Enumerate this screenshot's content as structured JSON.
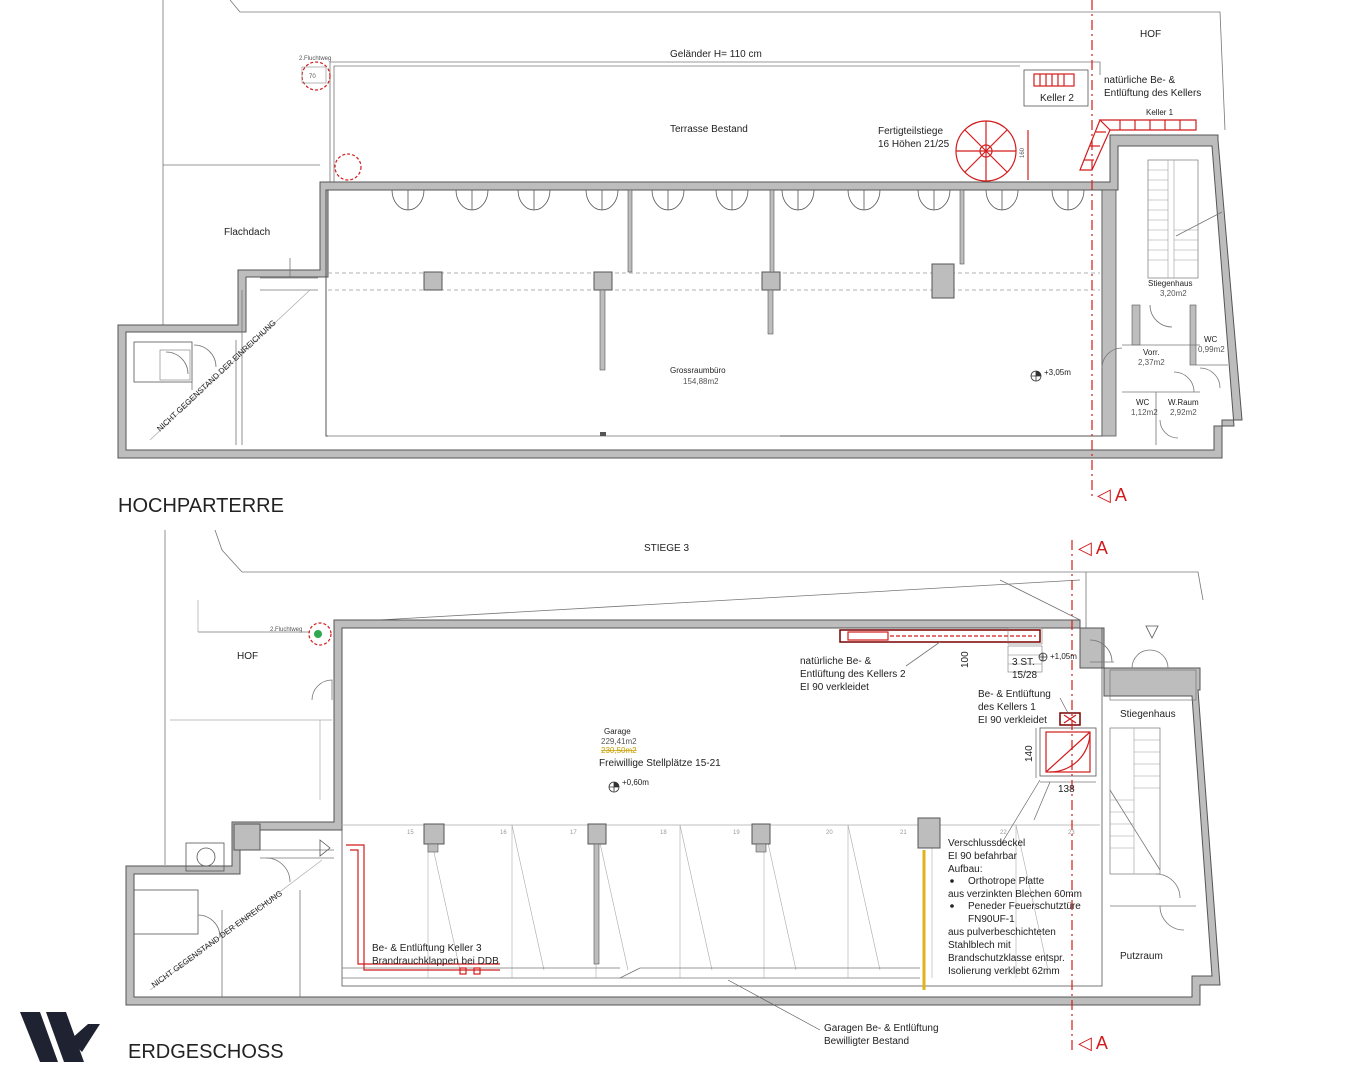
{
  "top_plan": {
    "title": "HOCHPARTERRE",
    "labels": {
      "hof": "HOF",
      "gelaender": "Geländer H= 110 cm",
      "fluchtweg": "2.Fluchtweg",
      "fluchtweg_num": "70",
      "terrasse": "Terrasse Bestand",
      "fertigteilstiege_1": "Fertigteilstiege",
      "fertigteilstiege_2": "16 Höhen 21/25",
      "stair_dim": "160",
      "keller2": "Keller 2",
      "keller1": "Keller 1",
      "natuerlich_1": "natürliche Be- &",
      "natuerlich_2": "Entlüftung des Kellers",
      "flachdach": "Flachdach",
      "nicht_gegenstand": "NICHT GEGENSTAND DER EINREICHUNG",
      "grossraum": "Grossraumbüro",
      "grossraum_area": "154,88m2",
      "elevation": "+3,05m",
      "stiegenhaus": "Stiegenhaus",
      "stiegenhaus_area": "3,20m2",
      "wc_a": "WC",
      "wc_a_area": "0,99m2",
      "vorr": "Vorr.",
      "vorr_area": "2,37m2",
      "wc_b": "WC",
      "wc_b_area": "1,12m2",
      "wraum": "W.Raum",
      "wraum_area": "2,92m2",
      "section_mark": "◁ A"
    }
  },
  "bottom_plan": {
    "title": "ERDGESCHOSS",
    "labels": {
      "stiege3": "STIEGE 3",
      "section_mark_top": "◁ A",
      "section_mark_bottom": "◁ A",
      "fluchtweg": "2.Fluchtweg",
      "hof": "HOF",
      "k2_1": "natürliche Be- &",
      "k2_2": "Entlüftung des Kellers 2",
      "k2_3": "EI 90 verkleidet",
      "dim_100": "100",
      "stair_1": "3 ST.",
      "stair_2": "15/28",
      "elevation_105": "+1,05m",
      "k1_1": "Be- & Entlüftung",
      "k1_2": "des Kellers 1",
      "k1_3": "EI 90 verkleidet",
      "stiegenhaus": "Stiegenhaus",
      "dim_140": "140",
      "dim_138": "138",
      "garage": "Garage",
      "garage_area": "229,41m2",
      "garage_area_old": "230,50m2",
      "stellplaetze": "Freiwillige Stellplätze 15-21",
      "elevation_060": "+0,60m",
      "verschluss_1": "Verschlussdeckel",
      "verschluss_2": "EI 90 befahrbar",
      "aufbau": "Aufbau:",
      "bullet_1a": "Orthotrope Platte",
      "bullet_1b": "aus verzinkten Blechen 60mm",
      "bullet_2a": "Peneder Feuerschutztüre",
      "bullet_2b": "FN90UF-1",
      "desc_1": "aus pulverbeschichteten",
      "desc_2": "Stahlblech mit",
      "desc_3": "Brandschutzklasse entspr.",
      "desc_4": "Isolierung verklebt 62mm",
      "k3_1": "Be- & Entlüftung Keller 3",
      "k3_2": "Brandrauchklappen bei DDB",
      "nicht_gegenstand": "NICHT GEGENSTAND DER EINREICHUNG",
      "putzraum": "Putzraum",
      "garagen_1": "Garagen Be- & Entlüftung",
      "garagen_2": "Bewilligter Bestand",
      "spot_nums": [
        "15",
        "16",
        "17",
        "18",
        "19",
        "20",
        "21",
        "22",
        "23"
      ]
    }
  },
  "colors": {
    "accent_red": "#d21c1c",
    "wall": "#bdbdbd",
    "yellow": "#e0b21b",
    "green": "#2fa84f"
  },
  "logo": {
    "icon": "w-logo-icon"
  }
}
